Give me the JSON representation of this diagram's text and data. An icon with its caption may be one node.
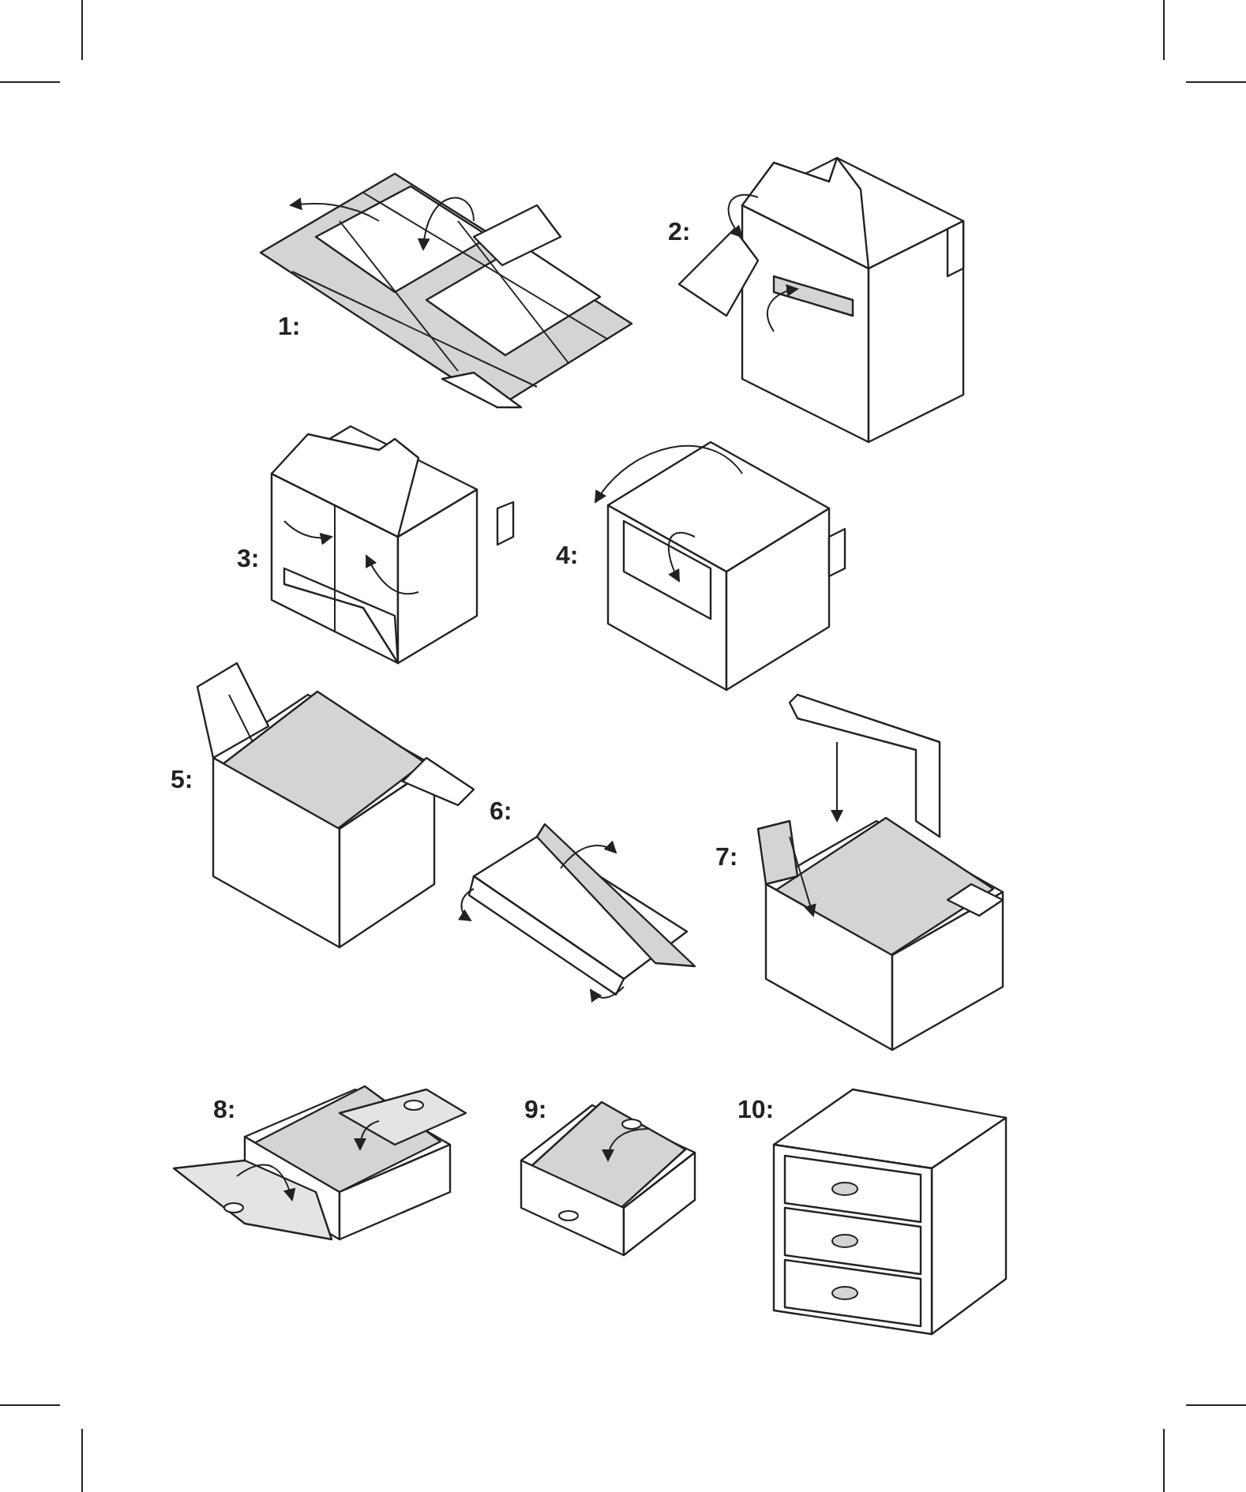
{
  "diagram": {
    "labels": [
      "1:",
      "2:",
      "3:",
      "4:",
      "5:",
      "6:",
      "7:",
      "8:",
      "9:",
      "10:"
    ]
  }
}
